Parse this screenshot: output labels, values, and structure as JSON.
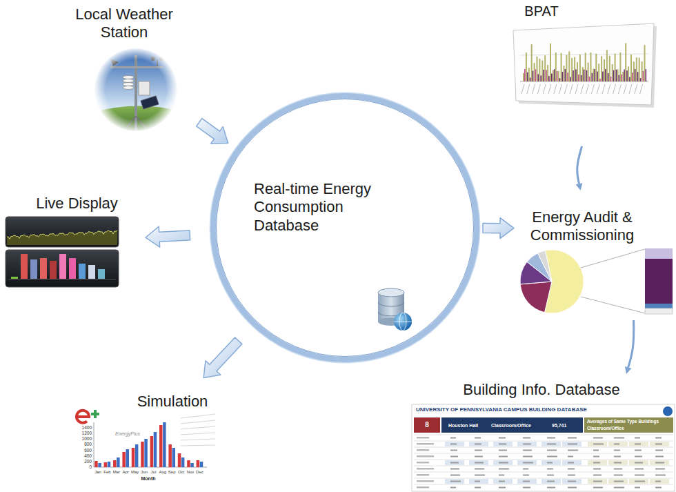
{
  "diagram": {
    "nodes": [
      {
        "text": [
          "Local Weather Station"
        ]
      },
      {
        "text": [
          "BPAT"
        ]
      },
      {
        "text": [
          "Live Display"
        ]
      },
      {
        "text": [
          "Real-time Energy Consumption Database"
        ]
      },
      {
        "text": [
          "Energy Audit & Commissioning"
        ]
      },
      {
        "text": [
          "Simulation"
        ]
      },
      {
        "text": [
          "Building Info. Database"
        ]
      }
    ],
    "edges": [
      {
        "from": 0,
        "to": 3,
        "arrow": "to"
      },
      {
        "from": 1,
        "to": 4,
        "arrow": "to"
      },
      {
        "from": 3,
        "to": 2,
        "arrow": "to"
      },
      {
        "from": 3,
        "to": 4,
        "arrow": "to"
      },
      {
        "from": 3,
        "to": 5,
        "arrow": "to"
      },
      {
        "from": 4,
        "to": 6,
        "arrow": "to"
      }
    ],
    "labels": [
      "1400",
      "1200",
      "1000",
      "800",
      "600",
      "400",
      "200",
      "0",
      "Jan",
      "Feb",
      "Mar",
      "Apr",
      "May",
      "Jun",
      "Jul",
      "Aug",
      "Sep",
      "Oct",
      "Nov",
      "Dec",
      "Month",
      "EnergyPlus",
      "UNIVERSITY OF PENNSYLVANIA CAMPUS BUILDING DATABASE",
      "8",
      "Houston Hall",
      "Classroom/Office",
      "95,741",
      "Averages of Same Type Buildings",
      "Classroom/Office"
    ]
  }
}
